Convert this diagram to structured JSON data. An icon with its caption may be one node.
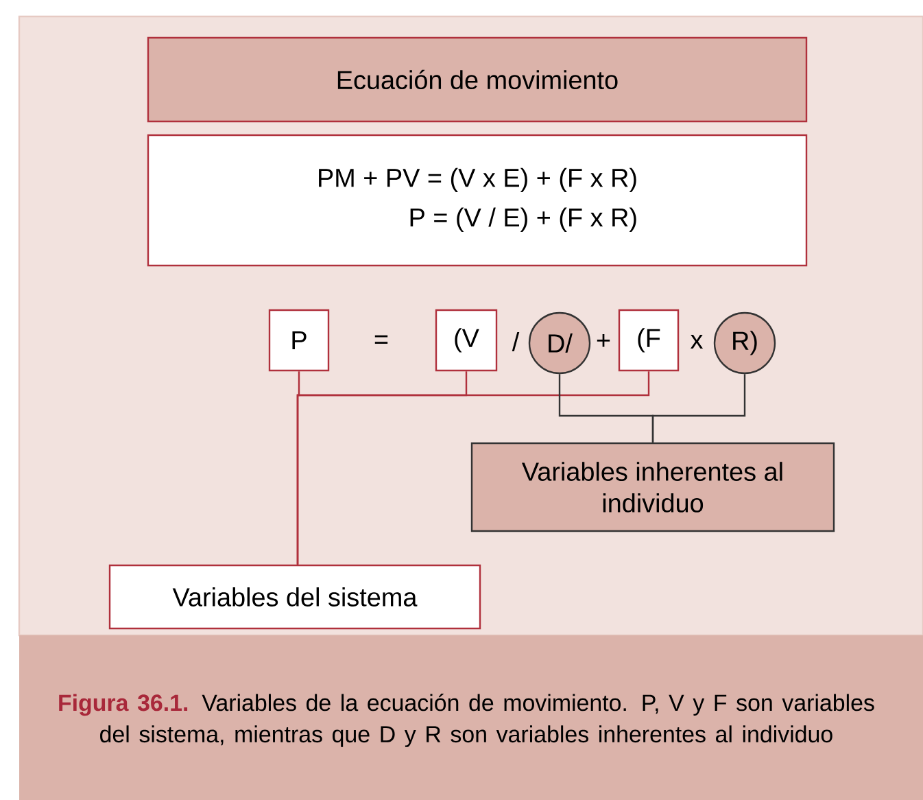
{
  "diagram": {
    "caption": "**Figura 36.1.** Variables de la ecuación de movimiento. P, V y F son variables del sistema, mientras que D y R son variables inherentes al individuo",
    "nodes": [
      {
        "text": [
          "Ecuación de movimiento"
        ]
      },
      {
        "text": [
          "PM + PV = (V x E) + (F x R)",
          "P = (V / E) + (F x R)"
        ]
      },
      {
        "text": [
          "P"
        ]
      },
      {
        "text": [
          "(V"
        ]
      },
      {
        "text": [
          "D/"
        ]
      },
      {
        "text": [
          "(F"
        ]
      },
      {
        "text": [
          "R)"
        ]
      },
      {
        "text": [
          "Variables inherentes al individuo"
        ]
      },
      {
        "text": [
          "Variables del sistema"
        ]
      }
    ],
    "edges": [
      {
        "from": 2,
        "to": 8,
        "arrow": "none"
      },
      {
        "from": 3,
        "to": 8,
        "arrow": "none"
      },
      {
        "from": 5,
        "to": 8,
        "arrow": "none"
      },
      {
        "from": 4,
        "to": 7,
        "arrow": "none",
        "color": "#333333"
      },
      {
        "from": 6,
        "to": 7,
        "arrow": "none",
        "color": "#333333"
      }
    ],
    "labels": [
      "=",
      "/",
      "+",
      "x"
    ]
  }
}
